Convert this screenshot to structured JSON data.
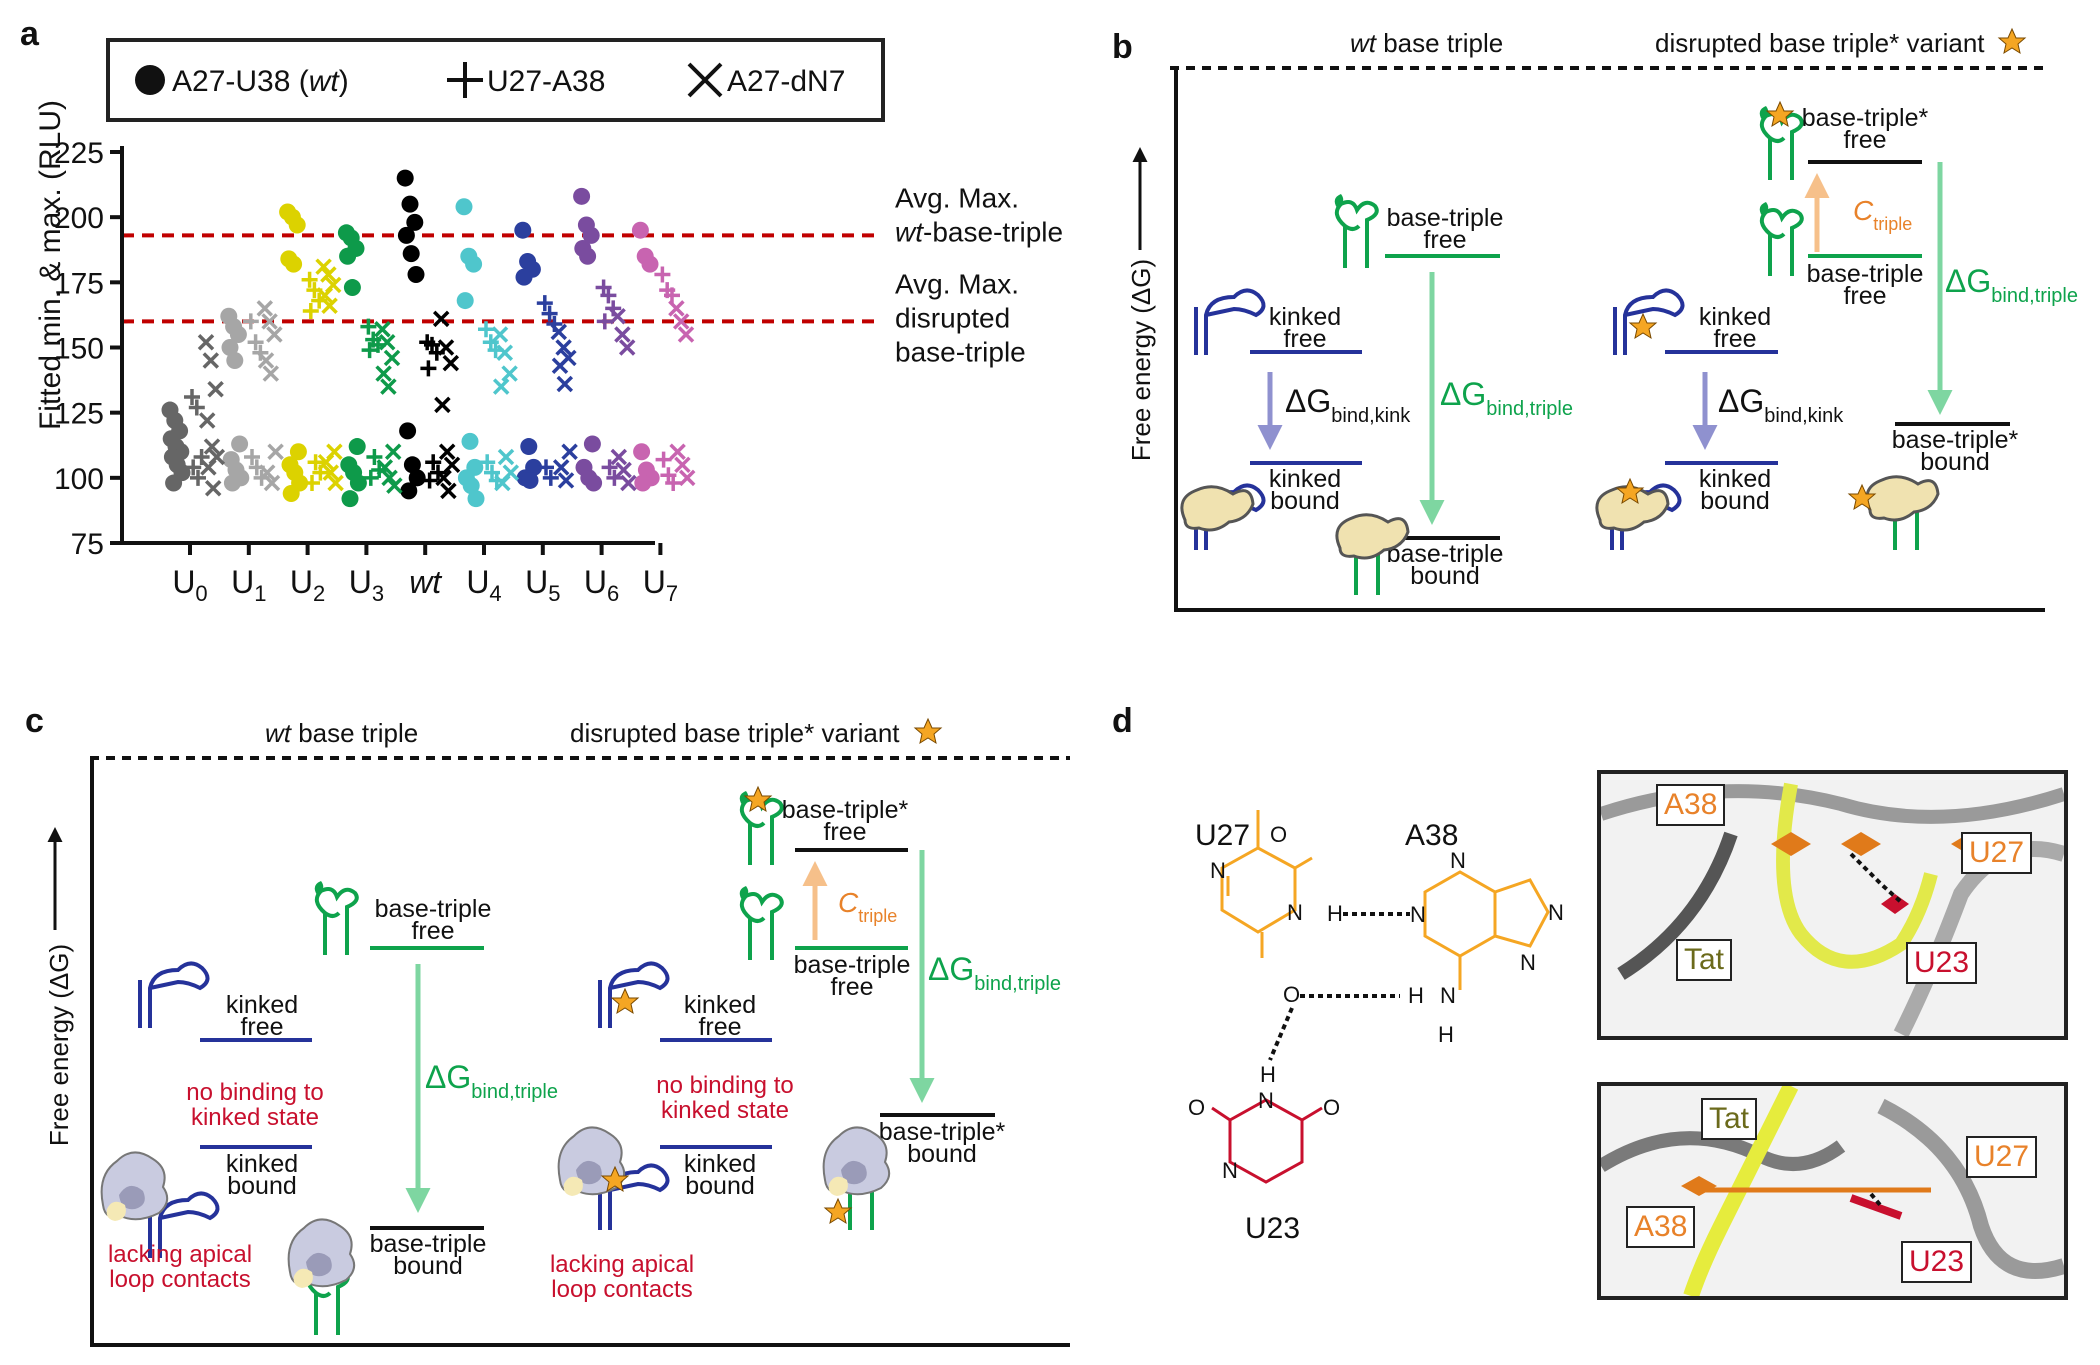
{
  "panels": {
    "a": "a",
    "b": "b",
    "c": "c",
    "d": "d"
  },
  "chart_data": {
    "type": "scatter",
    "ylabel": "Fitted  min. & max. (RLU)",
    "ylim": [
      75,
      225
    ],
    "yticks": [
      "75",
      "100",
      "125",
      "150",
      "175",
      "200",
      "225"
    ],
    "categories": [
      "U0",
      "U1",
      "U2",
      "U3",
      "wt",
      "U4",
      "U5",
      "U6",
      "U7"
    ],
    "category_labels": [
      {
        "main": "U",
        "sub": "0"
      },
      {
        "main": "U",
        "sub": "1"
      },
      {
        "main": "U",
        "sub": "2"
      },
      {
        "main": "U",
        "sub": "3"
      },
      {
        "main": "wt",
        "sub": ""
      },
      {
        "main": "U",
        "sub": "4"
      },
      {
        "main": "U",
        "sub": "5"
      },
      {
        "main": "U",
        "sub": "6"
      },
      {
        "main": "U",
        "sub": "7"
      }
    ],
    "colors": [
      "#666666",
      "#a6a6a6",
      "#dcd200",
      "#0e9a4a",
      "#000000",
      "#4fc6cc",
      "#2b3f9e",
      "#7a4c9f",
      "#c864b0"
    ],
    "legend": [
      {
        "marker": "circle",
        "text_pre": "A27-U38 (",
        "text_it": "wt",
        "text_post": ")"
      },
      {
        "marker": "plus",
        "text_pre": "U27-A38",
        "text_it": "",
        "text_post": ""
      },
      {
        "marker": "cross",
        "text_pre": "A27-dN7",
        "text_it": "",
        "text_post": ""
      }
    ],
    "reference_lines": [
      {
        "y": 193,
        "color": "#c00000",
        "label_lines": [
          "Avg. Max.",
          "wt-base-triple"
        ]
      },
      {
        "y": 160,
        "color": "#c00000",
        "label_lines": [
          "Avg. Max.",
          "disrupted",
          "base-triple"
        ]
      }
    ],
    "series": [
      {
        "name": "A27-U38 (wt)",
        "marker": "circle",
        "values": [
          [
            126,
            122,
            118,
            115,
            112,
            110,
            108,
            105,
            102,
            98
          ],
          [
            162,
            158,
            155,
            150,
            145,
            113,
            107,
            103,
            100,
            98
          ],
          [
            202,
            200,
            197,
            184,
            182,
            110,
            105,
            102,
            98,
            94
          ],
          [
            194,
            192,
            188,
            185,
            173,
            112,
            105,
            102,
            98,
            92
          ],
          [
            215,
            205,
            198,
            193,
            186,
            178,
            118,
            105,
            100,
            95
          ],
          [
            204,
            185,
            182,
            168,
            114,
            104,
            100,
            97,
            92
          ],
          [
            195,
            183,
            180,
            177,
            112,
            104,
            100,
            99
          ],
          [
            208,
            197,
            193,
            188,
            185,
            113,
            104,
            100,
            98
          ],
          [
            195,
            185,
            182,
            110,
            103,
            100,
            98
          ]
        ]
      },
      {
        "name": "U27-A38",
        "marker": "plus",
        "values": [
          [
            131,
            127,
            108,
            104,
            100
          ],
          [
            160,
            152,
            148,
            108,
            104,
            100
          ],
          [
            176,
            172,
            168,
            164,
            106,
            102,
            98
          ],
          [
            158,
            153,
            151,
            149,
            108,
            103,
            100
          ],
          [
            152,
            151,
            148,
            142,
            106,
            102,
            99
          ],
          [
            157,
            152,
            149,
            106,
            102,
            99
          ],
          [
            167,
            163,
            159,
            104,
            100
          ],
          [
            173,
            170,
            165,
            160,
            104,
            100
          ],
          [
            178,
            172,
            170,
            107,
            101,
            98
          ]
        ]
      },
      {
        "name": "A27-dN7",
        "marker": "cross",
        "values": [
          [
            152,
            145,
            134,
            122,
            112,
            108,
            104,
            96
          ],
          [
            165,
            160,
            155,
            145,
            140,
            110,
            102,
            98
          ],
          [
            181,
            178,
            174,
            170,
            166,
            110,
            106,
            102,
            98
          ],
          [
            157,
            152,
            146,
            140,
            135,
            110,
            104,
            100,
            97
          ],
          [
            161,
            150,
            144,
            128,
            110,
            105,
            100,
            95
          ],
          [
            155,
            148,
            140,
            135,
            108,
            102,
            98
          ],
          [
            156,
            150,
            146,
            143,
            136,
            110,
            104,
            99
          ],
          [
            162,
            155,
            150,
            108,
            103,
            98
          ],
          [
            165,
            160,
            155,
            110,
            105,
            100
          ]
        ]
      }
    ]
  },
  "panel_b": {
    "wt_title": "wt base triple",
    "wt_title_it": "wt",
    "wt_title_rest": " base triple",
    "dis_title": "disrupted base triple* variant",
    "yaxis": "Free energy (ΔG)",
    "kinked_free": [
      "kinked",
      "free"
    ],
    "kinked_bound": [
      "kinked",
      "bound"
    ],
    "bt_free": [
      "base-triple",
      "free"
    ],
    "bt_bound": [
      "base-triple",
      "bound"
    ],
    "bt_star_free": [
      "base-triple*",
      "free"
    ],
    "bt_star_bound": [
      "base-triple*",
      "bound"
    ],
    "dg_kink": {
      "main": "ΔG",
      "sub": "bind,kink"
    },
    "dg_triple": {
      "main": "ΔG",
      "sub": "bind,triple"
    },
    "c_triple": {
      "main": "C",
      "sub": "triple"
    }
  },
  "panel_c": {
    "no_binding": [
      "no binding to",
      "kinked state"
    ],
    "lacking": [
      "lacking apical",
      "loop contacts"
    ]
  },
  "panel_d": {
    "u27": "U27",
    "a38": "A38",
    "u23": "U23",
    "tat": "Tat",
    "atoms": {
      "o": "O",
      "n": "N",
      "h": "H"
    }
  },
  "colors": {
    "navy": "#25329a",
    "green": "#0ea34c",
    "lightgreen": "#7ed6a1",
    "lavender": "#8f91cf",
    "orange": "#f5a623",
    "peach": "#f6c08a",
    "red": "#c8102e",
    "darkorange": "#e8822a"
  }
}
